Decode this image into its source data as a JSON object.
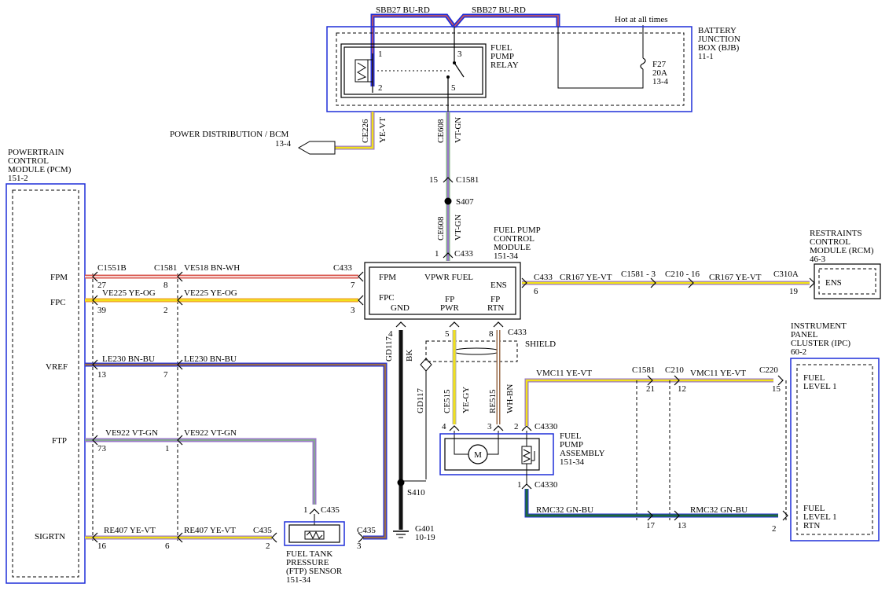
{
  "colors": {
    "yellow": "#f2e21a",
    "violet": "#9a78c8",
    "green": "#7fb87f",
    "red": "#d95a50",
    "blue": "#2330d6",
    "white": "#ffffff",
    "orange": "#f0a030",
    "grey": "#b0b0b0",
    "darkgreen": "#1f6b3a",
    "black": "#111111",
    "brown": "#9a6b4a",
    "module_fill": "#f2f2f2",
    "module_border": "#1f2fd8"
  },
  "top": {
    "sbb1": "SBB27  BU-RD",
    "sbb2": "SBB27  BU-RD",
    "hot": "Hot at all times"
  },
  "bjb": {
    "name": [
      "BATTERY",
      "JUNCTION",
      "BOX (BJB)",
      "11-1"
    ],
    "relay_name": [
      "FUEL",
      "PUMP",
      "RELAY"
    ],
    "pin1": "1",
    "pin2": "2",
    "pin3": "3",
    "pin5": "5",
    "fuse": [
      "F27",
      "20A",
      "13-4"
    ]
  },
  "power_dist": {
    "label": "POWER DISTRIBUTION / BCM",
    "ref": "13-4",
    "circuit": "CE226",
    "color": "YE-VT"
  },
  "ce608_top": {
    "circuit": "CE608",
    "color": "VT-GN"
  },
  "c1581_top": {
    "pin": "15",
    "name": "C1581"
  },
  "s407": "S407",
  "ce608_mid": {
    "circuit": "CE608",
    "color": "VT-GN"
  },
  "c433_top": {
    "pin": "1",
    "name": "C433"
  },
  "fpcm": {
    "title": [
      "FUEL PUMP",
      "CONTROL",
      "MODULE",
      "151-34"
    ],
    "fpm": "FPM",
    "vpwr": "VPWR FUEL",
    "ens": "ENS",
    "fpc": "FPC",
    "gnd": "GND",
    "fp_pwr": [
      "FP",
      "PWR"
    ],
    "fp_rtn": [
      "FP",
      "RTN"
    ],
    "pin7": "7",
    "pin3": "3",
    "pin6": "6",
    "pin4": "4",
    "pin5": "5",
    "pin8": "8",
    "c433_left": "C433",
    "c433_ens": "C433",
    "c433_bottom": "C433"
  },
  "pcm": {
    "name": [
      "POWERTRAIN",
      "CONTROL",
      "MODULE (PCM)",
      "151-2"
    ],
    "fpm": "FPM",
    "fpc": "FPC",
    "vref": "VREF",
    "ftp": "FTP",
    "sigrtn": "SIGRTN"
  },
  "row_fpm": {
    "c1": "C1551B",
    "p1": "27",
    "c2": "C1581",
    "p2": "8",
    "wire": "VE518  BN-WH"
  },
  "row_fpc": {
    "w1": "VE225  YE-OG",
    "p1": "39",
    "p2": "2",
    "w2": "VE225  YE-OG"
  },
  "row_vref": {
    "w1": "LE230  BN-BU",
    "p1": "13",
    "p2": "7",
    "w2": "LE230  BN-BU"
  },
  "row_ftp": {
    "w1": "VE922  VT-GN",
    "p1": "73",
    "p2": "1",
    "w2": "VE922  VT-GN"
  },
  "row_sigrtn": {
    "w1": "RE407  YE-VT",
    "p1": "16",
    "p2": "6",
    "w2": "RE407  YE-VT",
    "c435": "C435",
    "p3": "2"
  },
  "c435_top": {
    "pin": "1",
    "name": "C435"
  },
  "c435_right": {
    "name": "C435",
    "pin": "3"
  },
  "ftp_sensor": [
    "FUEL TANK",
    "PRESSURE",
    "(FTP) SENSOR",
    "151-34"
  ],
  "rcm": {
    "name": [
      "RESTRAINTS",
      "CONTROL",
      "MODULE (RCM)",
      "46-3"
    ],
    "ens": "ENS",
    "pin": "19"
  },
  "row_ens": {
    "w1": "CR167  YE-VT",
    "c1581": "C1581 - 3",
    "c210": "C210 - 16",
    "w2": "CR167  YE-VT",
    "c310a": "C310A"
  },
  "gd117": {
    "circuit": "GD117",
    "color": "BK",
    "circuit2": "GD117"
  },
  "s410": "S410",
  "g401": {
    "name": "G401",
    "ref": "10-19"
  },
  "shield": "SHIELD",
  "ce515": {
    "circuit": "CE515",
    "color": "YE-GY"
  },
  "re515": {
    "circuit": "RE515",
    "color": "WH-BN"
  },
  "c4330_top": {
    "p4": "4",
    "p3": "3",
    "p2": "2",
    "name": "C4330"
  },
  "pump": {
    "name": [
      "FUEL",
      "PUMP",
      "ASSEMBLY",
      "151-34"
    ],
    "motor": "M",
    "c4330": "C4330",
    "pin1": "1"
  },
  "ipc": {
    "name": [
      "INSTRUMENT",
      "PANEL",
      "CLUSTER (IPC)",
      "60-2"
    ],
    "level": [
      "FUEL",
      "LEVEL 1"
    ],
    "rtn": [
      "FUEL",
      "LEVEL 1",
      "RTN"
    ],
    "pin15": "15",
    "pin2": "2"
  },
  "row_vmc": {
    "w1": "VMC11  YE-VT",
    "c1581": "C1581",
    "p21": "21",
    "c210": "C210",
    "p12": "12",
    "w2": "VMC11  YE-VT",
    "c220": "C220"
  },
  "row_rmc": {
    "w1": "RMC32  GN-BU",
    "p17": "17",
    "p13": "13",
    "w2": "RMC32  GN-BU"
  }
}
